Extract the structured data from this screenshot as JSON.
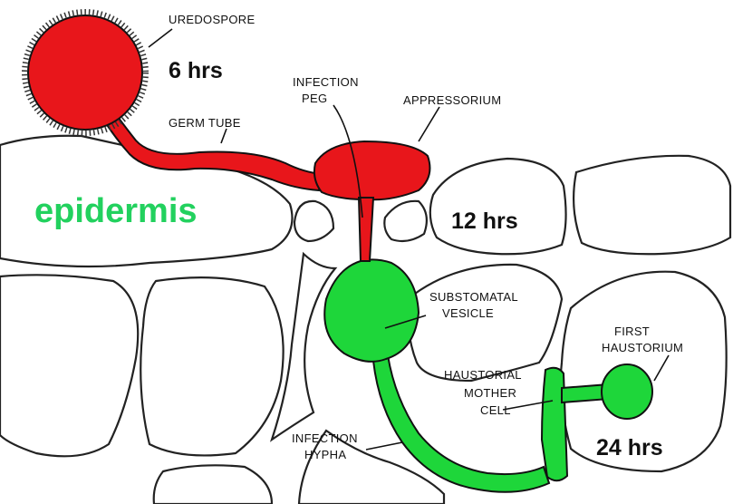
{
  "colors": {
    "early_stage": "#e8161b",
    "late_stage": "#1ed63a",
    "tissue_label": "#22d15e",
    "outline": "#222222"
  },
  "labels": {
    "uredospore": "UREDOSPORE",
    "germ_tube": "GERM TUBE",
    "infection_peg_line1": "INFECTION",
    "infection_peg_line2": "PEG",
    "appressorium": "APPRESSORIUM",
    "substomatal_line1": "SUBSTOMATAL",
    "substomatal_line2": "VESICLE",
    "haustorial_line1": "HAUSTORIAL",
    "haustorial_line2": "MOTHER",
    "haustorial_line3": "CELL",
    "first_haustorium_line1": "FIRST",
    "first_haustorium_line2": "HAUSTORIUM",
    "infection_hypha_line1": "INFECTION",
    "infection_hypha_line2": "HYPHA",
    "epidermis": "epidermis"
  },
  "times": {
    "t1": "6 hrs",
    "t2": "12 hrs",
    "t3": "24 hrs"
  }
}
